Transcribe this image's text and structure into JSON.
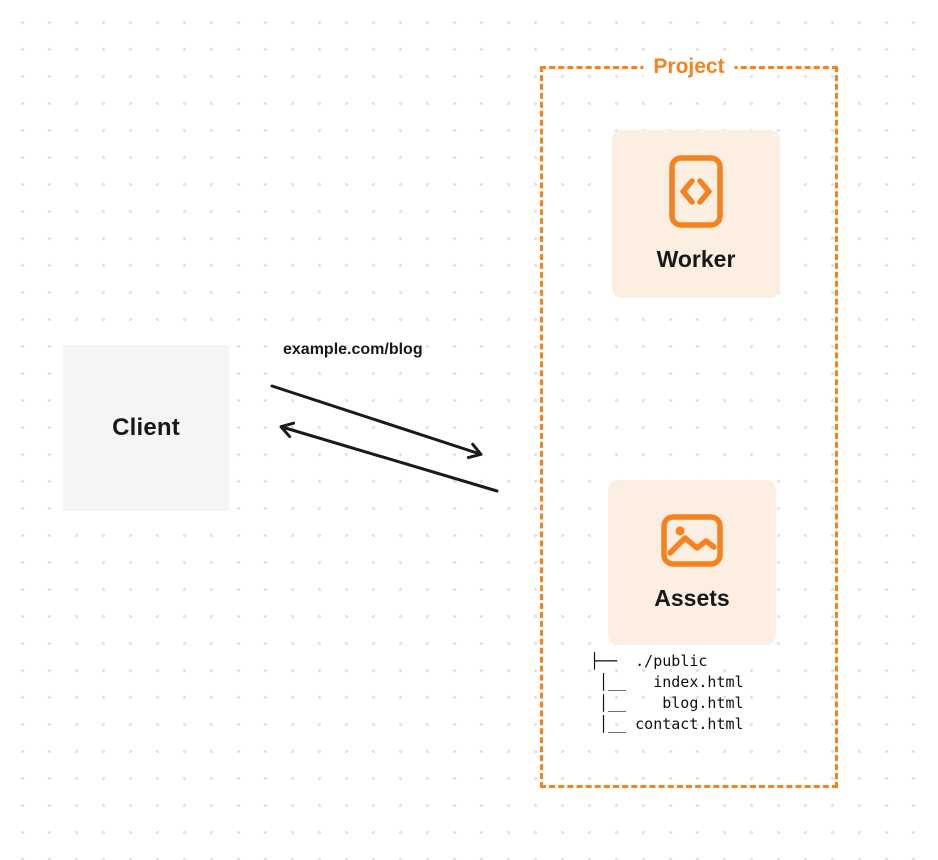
{
  "client": {
    "label": "Client"
  },
  "request": {
    "url": "example.com/blog"
  },
  "project": {
    "label": "Project",
    "worker": {
      "label": "Worker",
      "icon": "code-icon"
    },
    "assets": {
      "label": "Assets",
      "icon": "image-icon",
      "file_tree": [
        "├──  ./public",
        " │__   index.html",
        " │__    blog.html",
        " │__ contact.html"
      ]
    }
  },
  "colors": {
    "accent_orange": "#f6821f",
    "card_fill": "#fcefe1",
    "client_fill": "#f4f5f6",
    "arrow_black": "#1a1a1a",
    "text_dark": "#17181a"
  }
}
